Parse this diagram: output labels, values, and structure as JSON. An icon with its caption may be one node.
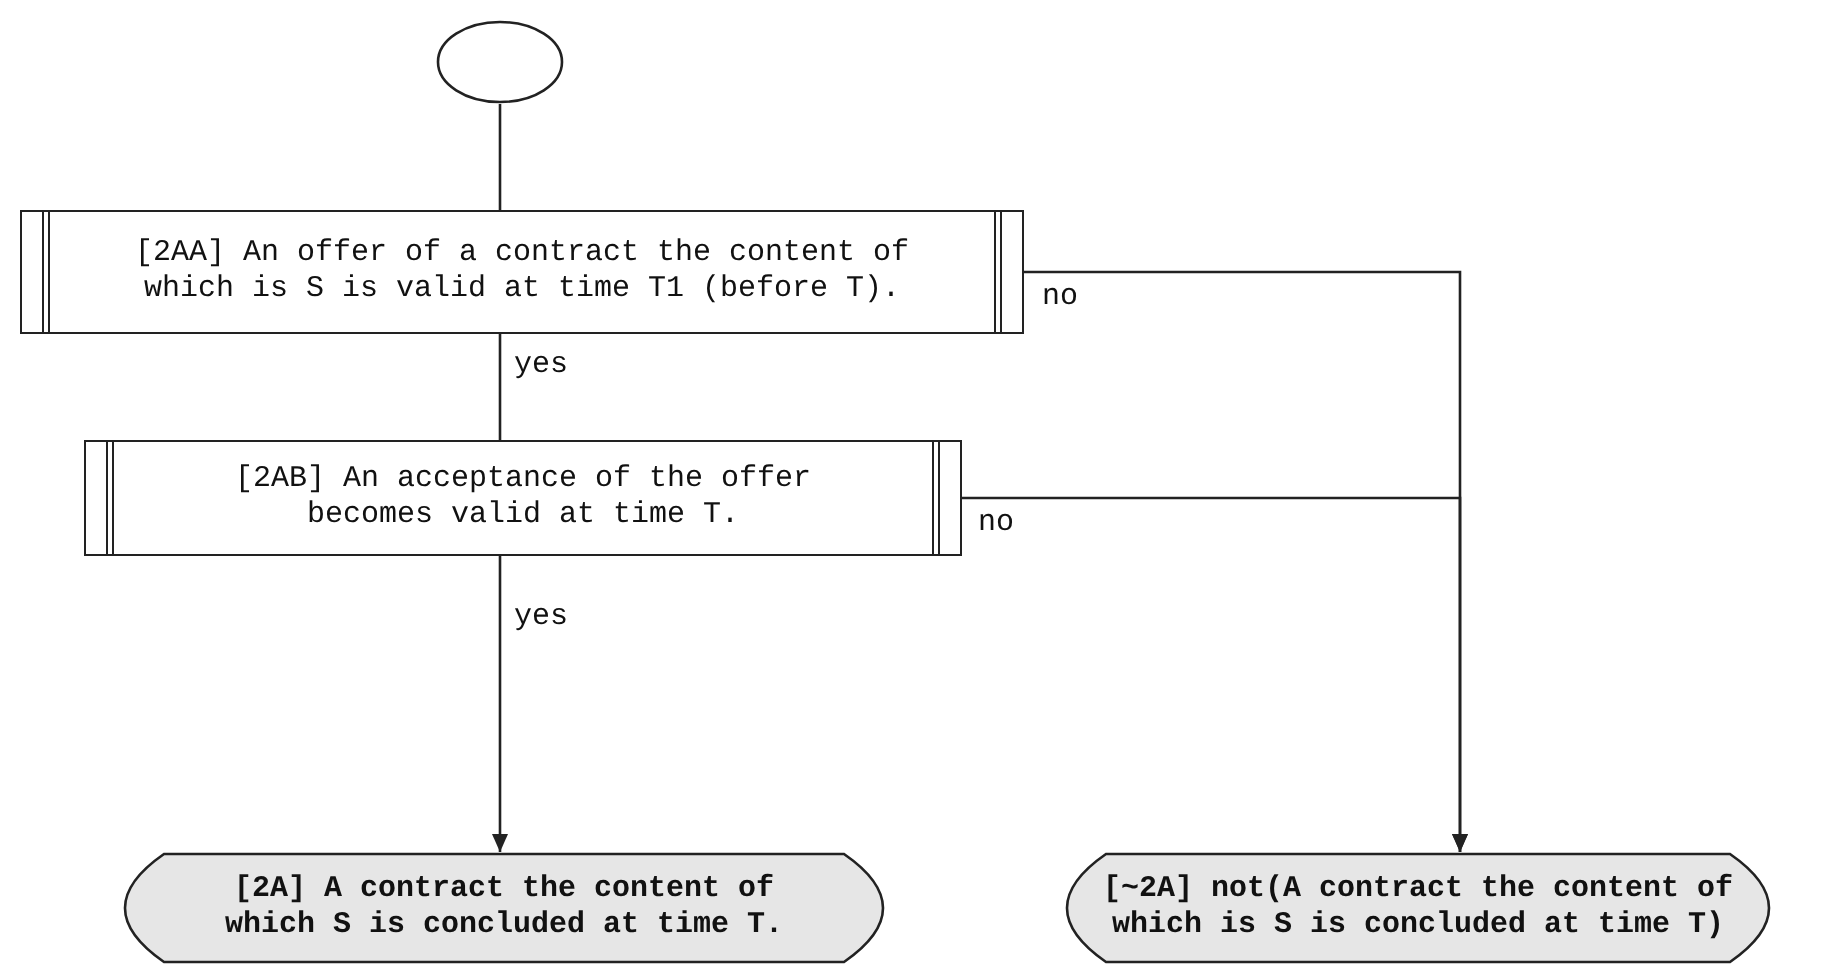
{
  "diagram": {
    "nodes": [
      {
        "text": [],
        "shape": "circle"
      },
      {
        "text": [
          "[2AA] An offer of a contract the content of which is S is valid at time T1 (before T)."
        ]
      },
      {
        "text": [
          "[2AB] An acceptance of the offer becomes valid at time T."
        ]
      },
      {
        "text": [
          "[2A] A contract the content of which S is concluded at time T."
        ]
      },
      {
        "text": [
          "[~2A] not(A contract the content of which is S is concluded at time T)"
        ]
      }
    ],
    "edges": [
      {
        "from": 0,
        "to": 1,
        "arrow": "none"
      },
      {
        "from": 1,
        "to": 2,
        "arrow": "none",
        "label": "yes"
      },
      {
        "from": 2,
        "to": 3,
        "arrow": "to",
        "label": "yes"
      },
      {
        "from": 1,
        "to": 4,
        "arrow": "to",
        "label": "no"
      },
      {
        "from": 2,
        "to": 4,
        "arrow": "to",
        "label": "no"
      }
    ]
  }
}
